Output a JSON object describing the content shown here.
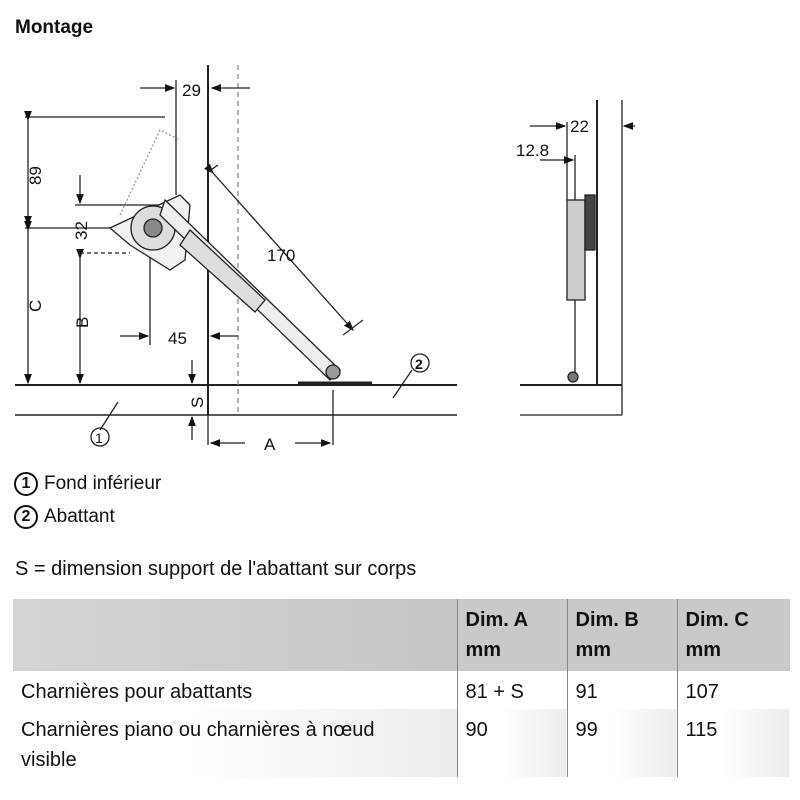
{
  "title": "Montage",
  "drawing": {
    "labels": {
      "d29": "29",
      "d89": "89",
      "d32": "32",
      "c": "C",
      "b": "B",
      "d170": "170",
      "d45": "45",
      "s": "S",
      "a": "A",
      "d22": "22",
      "d12_8": "12.8"
    },
    "callouts": [
      "1",
      "2"
    ]
  },
  "legend": [
    {
      "num": "1",
      "label": "Fond inférieur"
    },
    {
      "num": "2",
      "label": "Abattant"
    }
  ],
  "s_note": "S = dimension support de l'abattant sur corps",
  "table": {
    "headers": [
      {
        "line1": "",
        "line2": ""
      },
      {
        "line1": "Dim. A",
        "line2": "mm"
      },
      {
        "line1": "Dim. B",
        "line2": "mm"
      },
      {
        "line1": "Dim. C",
        "line2": "mm"
      }
    ],
    "rows": [
      [
        "Charnières pour abattants",
        "81 + S",
        "91",
        "107"
      ],
      [
        "Charnières piano ou charnières à nœud visible",
        "90",
        "99",
        "115"
      ]
    ]
  }
}
